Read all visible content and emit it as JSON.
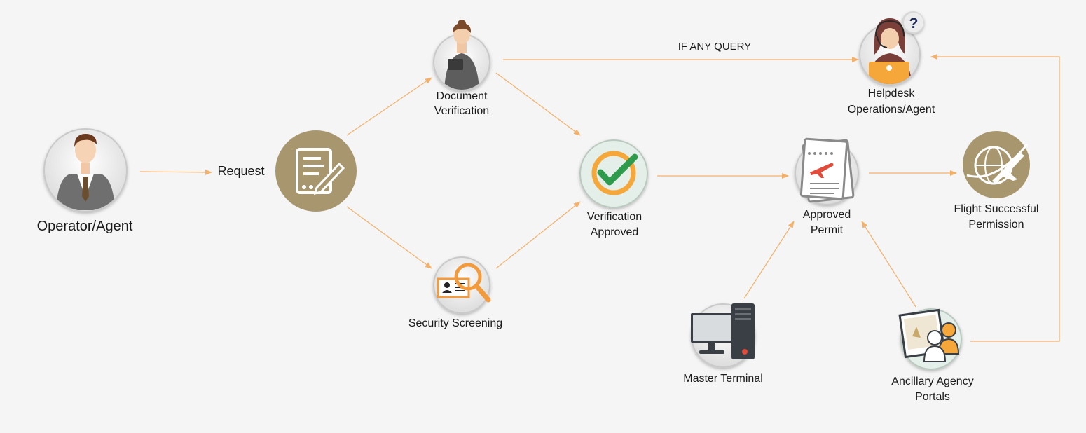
{
  "nodes": {
    "operator": {
      "label": "Operator/Agent",
      "icon": "operator-agent-icon"
    },
    "request": {
      "label": "Request",
      "icon": "request-document-icon"
    },
    "document_verification": {
      "lines": [
        "Document",
        "Verification"
      ],
      "icon": "document-verification-icon"
    },
    "security_screening": {
      "label": "Security Screening",
      "icon": "security-screening-icon"
    },
    "verification_approved": {
      "lines": [
        "Verification",
        "Approved"
      ],
      "icon": "verification-approved-icon"
    },
    "approved_permit": {
      "lines": [
        "Approved",
        "Permit"
      ],
      "icon": "approved-permit-icon"
    },
    "flight_success": {
      "lines": [
        "Flight Successful",
        "Permission"
      ],
      "icon": "flight-globe-icon"
    },
    "helpdesk": {
      "lines": [
        "Helpdesk",
        "Operations/Agent"
      ],
      "icon": "helpdesk-agent-icon"
    },
    "master_terminal": {
      "label": "Master Terminal",
      "icon": "master-terminal-icon"
    },
    "ancillary": {
      "lines": [
        "Ancillary Agency",
        "Portals"
      ],
      "icon": "ancillary-agency-icon"
    }
  },
  "edges": {
    "query_label": "IF ANY QUERY"
  },
  "colors": {
    "arrow": "#f3b06a",
    "gold": "#a8976e",
    "orange": "#f39a3c",
    "green": "#2e9a4b",
    "background": "#f5f5f5"
  }
}
